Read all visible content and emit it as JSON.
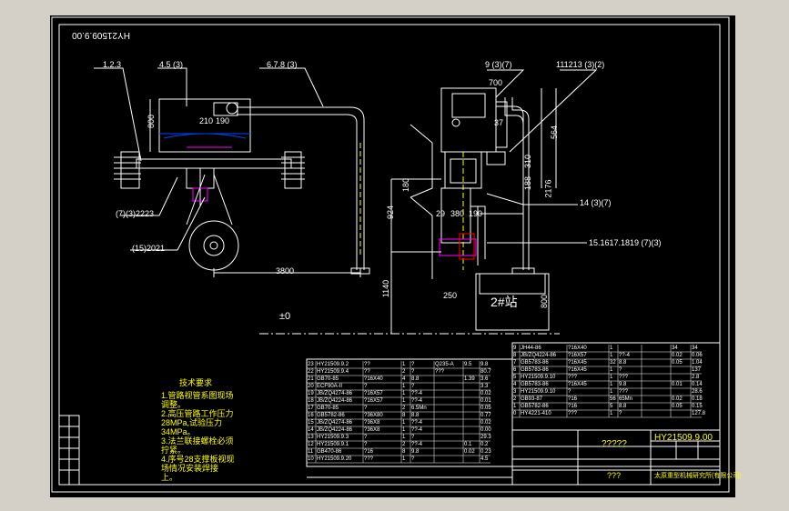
{
  "drawing": {
    "code_mirrored": "HY21509.9.00",
    "leaders": {
      "l123": "1.2.3",
      "l45": "4.5 (3)",
      "l678": "6.7.8 (3)",
      "l9": "9 (3)(7)",
      "l1112": "111213 (3)(2)",
      "l7222": "(7)(3)2223",
      "l15": "(15)2021",
      "l14": "14 (3)(7)",
      "l1516": "15.1617.1819 (7)(3)"
    },
    "dims": {
      "d800": "800",
      "d210": "210",
      "d190": "190",
      "d3800": "3800",
      "d1140": "1140",
      "d700": "700",
      "d37": "37",
      "d564": "564",
      "d310": "310",
      "d188": "188",
      "d2176": "2176",
      "d924": "924",
      "d180": "180",
      "d29": "29",
      "d380": "380",
      "d190b": "190",
      "d250": "250",
      "d800b": "800",
      "datum": "±0"
    },
    "station": "2#站",
    "tech_title": "技术要求",
    "tech_lines": [
      "1.管路视管系图现场",
      "调整。",
      "2.高压管路工作压力",
      "28MPa,试验压力",
      "34MPa。",
      "3.法兰联接螺栓必须",
      "拧紧。",
      "4.序号28支撑板视现",
      "场情况安装焊接",
      "上。"
    ],
    "title_block": {
      "code": "HY21509.9.00",
      "placeholder": "?????",
      "company": "太原重型机械研究所(有限公司)",
      "qqq": "???"
    },
    "bom_left": [
      [
        "23",
        "HY21509.9.2",
        "??",
        "1",
        "?",
        "Q235-A",
        "9.5",
        "9.8"
      ],
      [
        "22",
        "HY21509.9.4",
        "??",
        "2",
        "?",
        "???",
        "",
        "80.7"
      ],
      [
        "21",
        "GB70-85",
        "?16X40",
        "4",
        "8.8",
        "",
        "1.39",
        "3.6"
      ],
      [
        "20",
        "ECF90A-II",
        "?",
        "1",
        "?",
        "",
        "",
        "3.3"
      ],
      [
        "19",
        "JB/ZQ4274-86",
        "?16X57",
        "1",
        "??-4",
        "",
        "",
        "0.02"
      ],
      [
        "18",
        "JB/ZQ4224-86",
        "?16X57",
        "1",
        "??-4",
        "",
        "",
        "0.01"
      ],
      [
        "17",
        "GB70-85",
        "?",
        "2",
        "6.5Mn",
        "",
        "",
        "0.05"
      ],
      [
        "16",
        "GB5782-86",
        "?36X80",
        "8",
        "8.8",
        "",
        "",
        "0.77"
      ],
      [
        "15",
        "JB/ZQ4274-86",
        "?36X8",
        "1",
        "??-4",
        "",
        "",
        "0.02"
      ],
      [
        "14",
        "JB/ZQ4224-86",
        "?36X8",
        "1",
        "??-4",
        "",
        "",
        "0.00"
      ],
      [
        "13",
        "HY21509.9.3",
        "?",
        "1",
        "?",
        "",
        "",
        "29.3"
      ],
      [
        "12",
        "HY21509.9.1",
        "?",
        "2",
        "??-4",
        "",
        "0.1",
        "0.2"
      ],
      [
        "11",
        "GB470-86",
        "?16",
        "8",
        "9.8",
        "",
        "0.02",
        "0.23"
      ],
      [
        "10",
        "HY21509.9.20",
        "???",
        "1",
        "?",
        "",
        "",
        "4.5"
      ]
    ],
    "bom_right": [
      [
        "9",
        "JH44-86",
        "?16X40",
        "1",
        "",
        "",
        "34",
        "34"
      ],
      [
        "8",
        "JB/ZQ4224-86",
        "?16X57",
        "1",
        "??-4",
        "",
        "0.02",
        "0.06"
      ],
      [
        "7",
        "GB5783-86",
        "?16X45",
        "32",
        "8.8",
        "",
        "0.05",
        "1.04"
      ],
      [
        "6",
        "GB5783-86",
        "?16X45",
        "1",
        "?",
        "",
        "",
        "137"
      ],
      [
        "5",
        "HY21509.9.10",
        "???",
        "1",
        "???",
        "",
        "",
        "2.8"
      ],
      [
        "4",
        "GB5783-86",
        "?16X45",
        "1",
        "9.8",
        "",
        "0.01",
        "0.14"
      ],
      [
        "3",
        "HY21509.9.10",
        "?",
        "1",
        "???",
        "",
        "",
        "28.6"
      ],
      [
        "2",
        "GB93-87",
        "?16",
        "56",
        "65Mn",
        "",
        "0.02",
        "0.18"
      ],
      [
        "1",
        "GB5782-86",
        "?16",
        "5",
        "8.8",
        "",
        "0.05",
        "0.15"
      ],
      [
        "0",
        "HY4221-410",
        "???",
        "1",
        "?",
        "",
        "",
        "127.8"
      ]
    ]
  }
}
